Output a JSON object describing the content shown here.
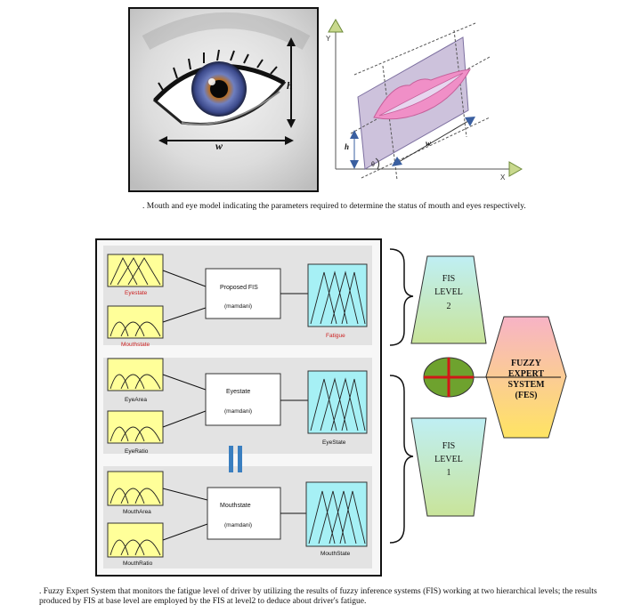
{
  "figure1": {
    "eye_labels": {
      "height": "h",
      "width": "w"
    },
    "mouth_model": {
      "axis_y": "Y",
      "axis_x": "X",
      "height": "h",
      "width": "w",
      "angle": "θ"
    },
    "caption": ". Mouth and eye model indicating the parameters required to determine the status of mouth and eyes respectively."
  },
  "figure2": {
    "level2": {
      "inputs": [
        "Eyestate",
        "Mouthstate"
      ],
      "fis_title": "Proposed FIS",
      "fis_type": "(mamdani)",
      "output": "Fatigue"
    },
    "eye_block": {
      "inputs": [
        "EyeArea",
        "EyeRatio"
      ],
      "fis_title": "Eyestate",
      "fis_type": "(mamdani)",
      "output": "EyeState"
    },
    "mouth_block": {
      "inputs": [
        "MouthArea",
        "MouthRatio"
      ],
      "fis_title": "Mouthstate",
      "fis_type": "(mamdani)",
      "output": "MouthState"
    },
    "fis_level2": [
      "FIS",
      "LEVEL",
      "2"
    ],
    "fis_level1": [
      "FIS",
      "LEVEL",
      "1"
    ],
    "expert": [
      "FUZZY",
      "EXPERT",
      "SYSTEM",
      "(FES)"
    ],
    "caption": ". Fuzzy Expert System that monitors the fatigue level of driver by utilizing the results of fuzzy inference systems (FIS) working at two hierarchical levels; the results produced by FIS at base level are employed by the FIS at level2 to deduce about driver's fatigue."
  },
  "colors": {
    "input_mf_bg": "#ffff99",
    "output_mf_bg": "#a6f0f5",
    "panel_bg": "#e3e3e3",
    "input_label_red": "#cc2222",
    "fis_level_gradient": [
      "#b9eef2",
      "#c9e6a0"
    ],
    "expert_gradient": [
      "#f6b7c7",
      "#ffe266"
    ],
    "equals_blue": "#3a7fc0",
    "connector_circle": "#6ea22e"
  }
}
